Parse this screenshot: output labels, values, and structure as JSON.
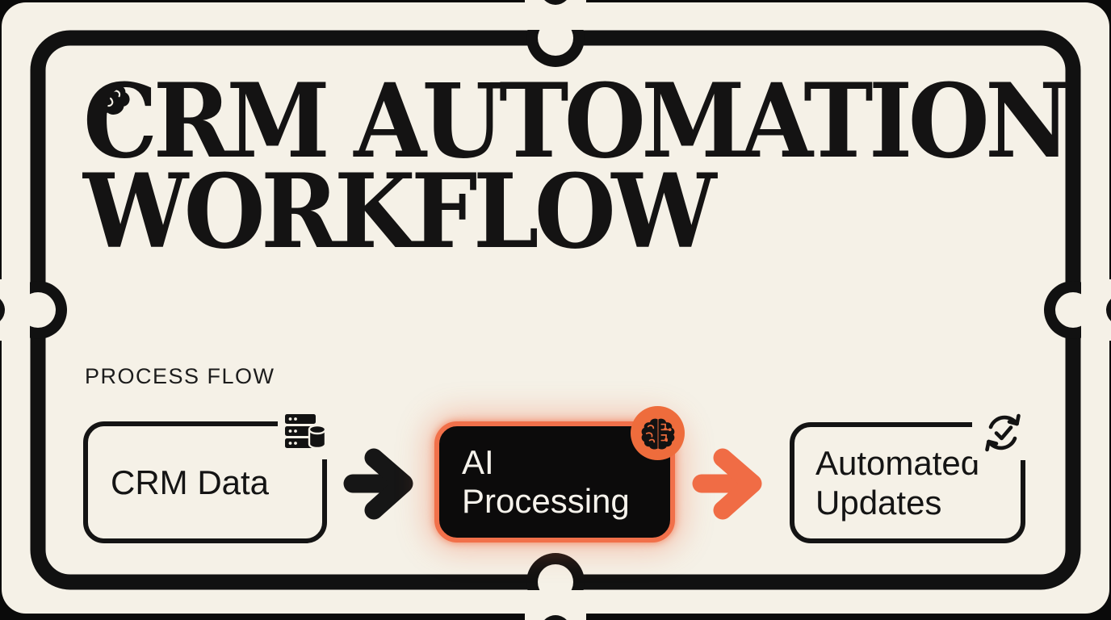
{
  "page": {
    "card_bg": "#F5F1E7",
    "outside_bg": "#0a0a0a",
    "frame_color": "#111111",
    "accent_orange": "#F1704A"
  },
  "title": {
    "line1": "CRM AUTOMATION",
    "line2": "WORKFLOW"
  },
  "process_flow": {
    "label": "PROCESS FLOW",
    "steps": [
      {
        "id": "crm-data",
        "label": "CRM Data",
        "icon": "database-server-icon",
        "style": "outline"
      },
      {
        "id": "ai-processing",
        "label": "AI Processing",
        "icon": "brain-circuit-icon",
        "style": "dark-highlight"
      },
      {
        "id": "automated-updates",
        "label": "Automated Updates",
        "label_lines": [
          "Automated",
          "Updates"
        ],
        "icon": "sync-check-icon",
        "style": "outline"
      }
    ],
    "connectors": [
      {
        "from": "crm-data",
        "to": "ai-processing",
        "color": "#161616"
      },
      {
        "from": "ai-processing",
        "to": "automated-updates",
        "color": "#F06C45"
      }
    ]
  },
  "decorations": {
    "title_scribble": "scribble-flower-icon"
  }
}
